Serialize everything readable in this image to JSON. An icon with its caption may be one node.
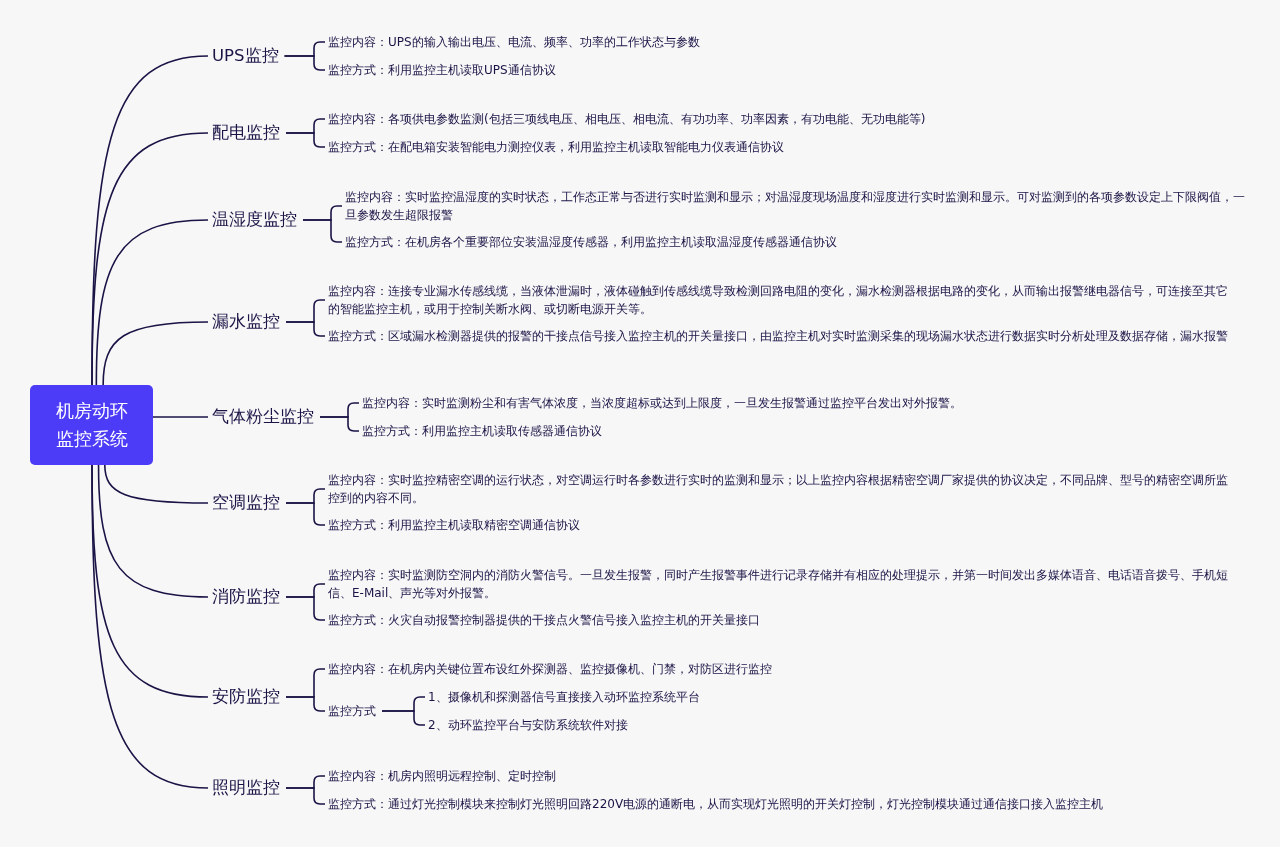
{
  "diagram": {
    "nodes": [
      {
        "text": [
          "机房动环监控系统"
        ]
      },
      {
        "text": [
          "UPS监控"
        ]
      },
      {
        "text": [
          "监控内容：UPS的输入输出电压、电流、频率、功率的工作状态与参数"
        ]
      },
      {
        "text": [
          "监控方式：利用监控主机读取UPS通信协议"
        ]
      },
      {
        "text": [
          "配电监控"
        ]
      },
      {
        "text": [
          "监控内容：各项供电参数监测(包括三项线电压、相电压、相电流、有功功率、功率因素，有功电能、无功电能等)"
        ]
      },
      {
        "text": [
          "监控方式：在配电箱安装智能电力测控仪表，利用监控主机读取智能电力仪表通信协议"
        ]
      },
      {
        "text": [
          "温湿度监控"
        ]
      },
      {
        "text": [
          "监控内容：实时监控温湿度的实时状态，工作态正常与否进行实时监测和显示；对温湿度现场温度和湿度进行实时监测和显示。可对监测到的各项参数设定上下限阀值，一旦参数发生超限报警"
        ]
      },
      {
        "text": [
          "监控方式：在机房各个重要部位安装温湿度传感器，利用监控主机读取温湿度传感器通信协议"
        ]
      },
      {
        "text": [
          "漏水监控"
        ]
      },
      {
        "text": [
          "监控内容：连接专业漏水传感线缆，当液体泄漏时，液体碰触到传感线缆导致检测回路电阻的变化，漏水检测器根据电路的变化，从而输出报警继电器信号，可连接至其它的智能监控主机，或用于控制关断水阀、或切断电源开关等。"
        ]
      },
      {
        "text": [
          "监控方式：区域漏水检测器提供的报警的干接点信号接入监控主机的开关量接口，由监控主机对实时监测采集的现场漏水状态进行数据实时分析处理及数据存储，漏水报警"
        ]
      },
      {
        "text": [
          "气体粉尘监控"
        ]
      },
      {
        "text": [
          "监控内容：实时监测粉尘和有害气体浓度，当浓度超标或达到上限度，一旦发生报警通过监控平台发出对外报警。"
        ]
      },
      {
        "text": [
          "监控方式：利用监控主机读取传感器通信协议"
        ]
      },
      {
        "text": [
          "空调监控"
        ]
      },
      {
        "text": [
          "监控内容：实时监控精密空调的运行状态，对空调运行时各参数进行实时的监测和显示；以上监控内容根据精密空调厂家提供的协议决定，不同品牌、型号的精密空调所监控到的内容不同。"
        ]
      },
      {
        "text": [
          "监控方式：利用监控主机读取精密空调通信协议"
        ]
      },
      {
        "text": [
          "消防监控"
        ]
      },
      {
        "text": [
          "监控内容：实时监测防空洞内的消防火警信号。一旦发生报警，同时产生报警事件进行记录存储并有相应的处理提示，并第一时间发出多媒体语音、电话语音拨号、手机短信、E-Mail、声光等对外报警。"
        ]
      },
      {
        "text": [
          "监控方式：火灾自动报警控制器提供的干接点火警信号接入监控主机的开关量接口"
        ]
      },
      {
        "text": [
          "安防监控"
        ]
      },
      {
        "text": [
          "监控内容：在机房内关键位置布设红外探测器、监控摄像机、门禁，对防区进行监控"
        ]
      },
      {
        "text": [
          "监控方式"
        ]
      },
      {
        "text": [
          "1、摄像机和探测器信号直接接入动环监控系统平台"
        ]
      },
      {
        "text": [
          "2、动环监控平台与安防系统软件对接"
        ]
      },
      {
        "text": [
          "照明监控"
        ]
      },
      {
        "text": [
          "监控内容：机房内照明远程控制、定时控制"
        ]
      },
      {
        "text": [
          "监控方式：通过灯光控制模块来控制灯光照明回路220V电源的通断电，从而实现灯光照明的开关灯控制，灯光控制模块通过通信接口接入监控主机"
        ]
      }
    ],
    "edges": [
      {
        "from": 0,
        "to": 1,
        "arrow": "none"
      },
      {
        "from": 0,
        "to": 4,
        "arrow": "none"
      },
      {
        "from": 0,
        "to": 7,
        "arrow": "none"
      },
      {
        "from": 0,
        "to": 10,
        "arrow": "none"
      },
      {
        "from": 0,
        "to": 13,
        "arrow": "none"
      },
      {
        "from": 0,
        "to": 16,
        "arrow": "none"
      },
      {
        "from": 0,
        "to": 19,
        "arrow": "none"
      },
      {
        "from": 0,
        "to": 22,
        "arrow": "none"
      },
      {
        "from": 0,
        "to": 27,
        "arrow": "none"
      },
      {
        "from": 1,
        "to": 2,
        "arrow": "none"
      },
      {
        "from": 1,
        "to": 3,
        "arrow": "none"
      },
      {
        "from": 4,
        "to": 5,
        "arrow": "none"
      },
      {
        "from": 4,
        "to": 6,
        "arrow": "none"
      },
      {
        "from": 7,
        "to": 8,
        "arrow": "none"
      },
      {
        "from": 7,
        "to": 9,
        "arrow": "none"
      },
      {
        "from": 10,
        "to": 11,
        "arrow": "none"
      },
      {
        "from": 10,
        "to": 12,
        "arrow": "none"
      },
      {
        "from": 13,
        "to": 14,
        "arrow": "none"
      },
      {
        "from": 13,
        "to": 15,
        "arrow": "none"
      },
      {
        "from": 16,
        "to": 17,
        "arrow": "none"
      },
      {
        "from": 16,
        "to": 18,
        "arrow": "none"
      },
      {
        "from": 19,
        "to": 20,
        "arrow": "none"
      },
      {
        "from": 19,
        "to": 21,
        "arrow": "none"
      },
      {
        "from": 22,
        "to": 23,
        "arrow": "none"
      },
      {
        "from": 22,
        "to": 24,
        "arrow": "none"
      },
      {
        "from": 24,
        "to": 25,
        "arrow": "none"
      },
      {
        "from": 24,
        "to": 26,
        "arrow": "none"
      },
      {
        "from": 27,
        "to": 28,
        "arrow": "none"
      },
      {
        "from": 27,
        "to": 29,
        "arrow": "none"
      }
    ]
  }
}
